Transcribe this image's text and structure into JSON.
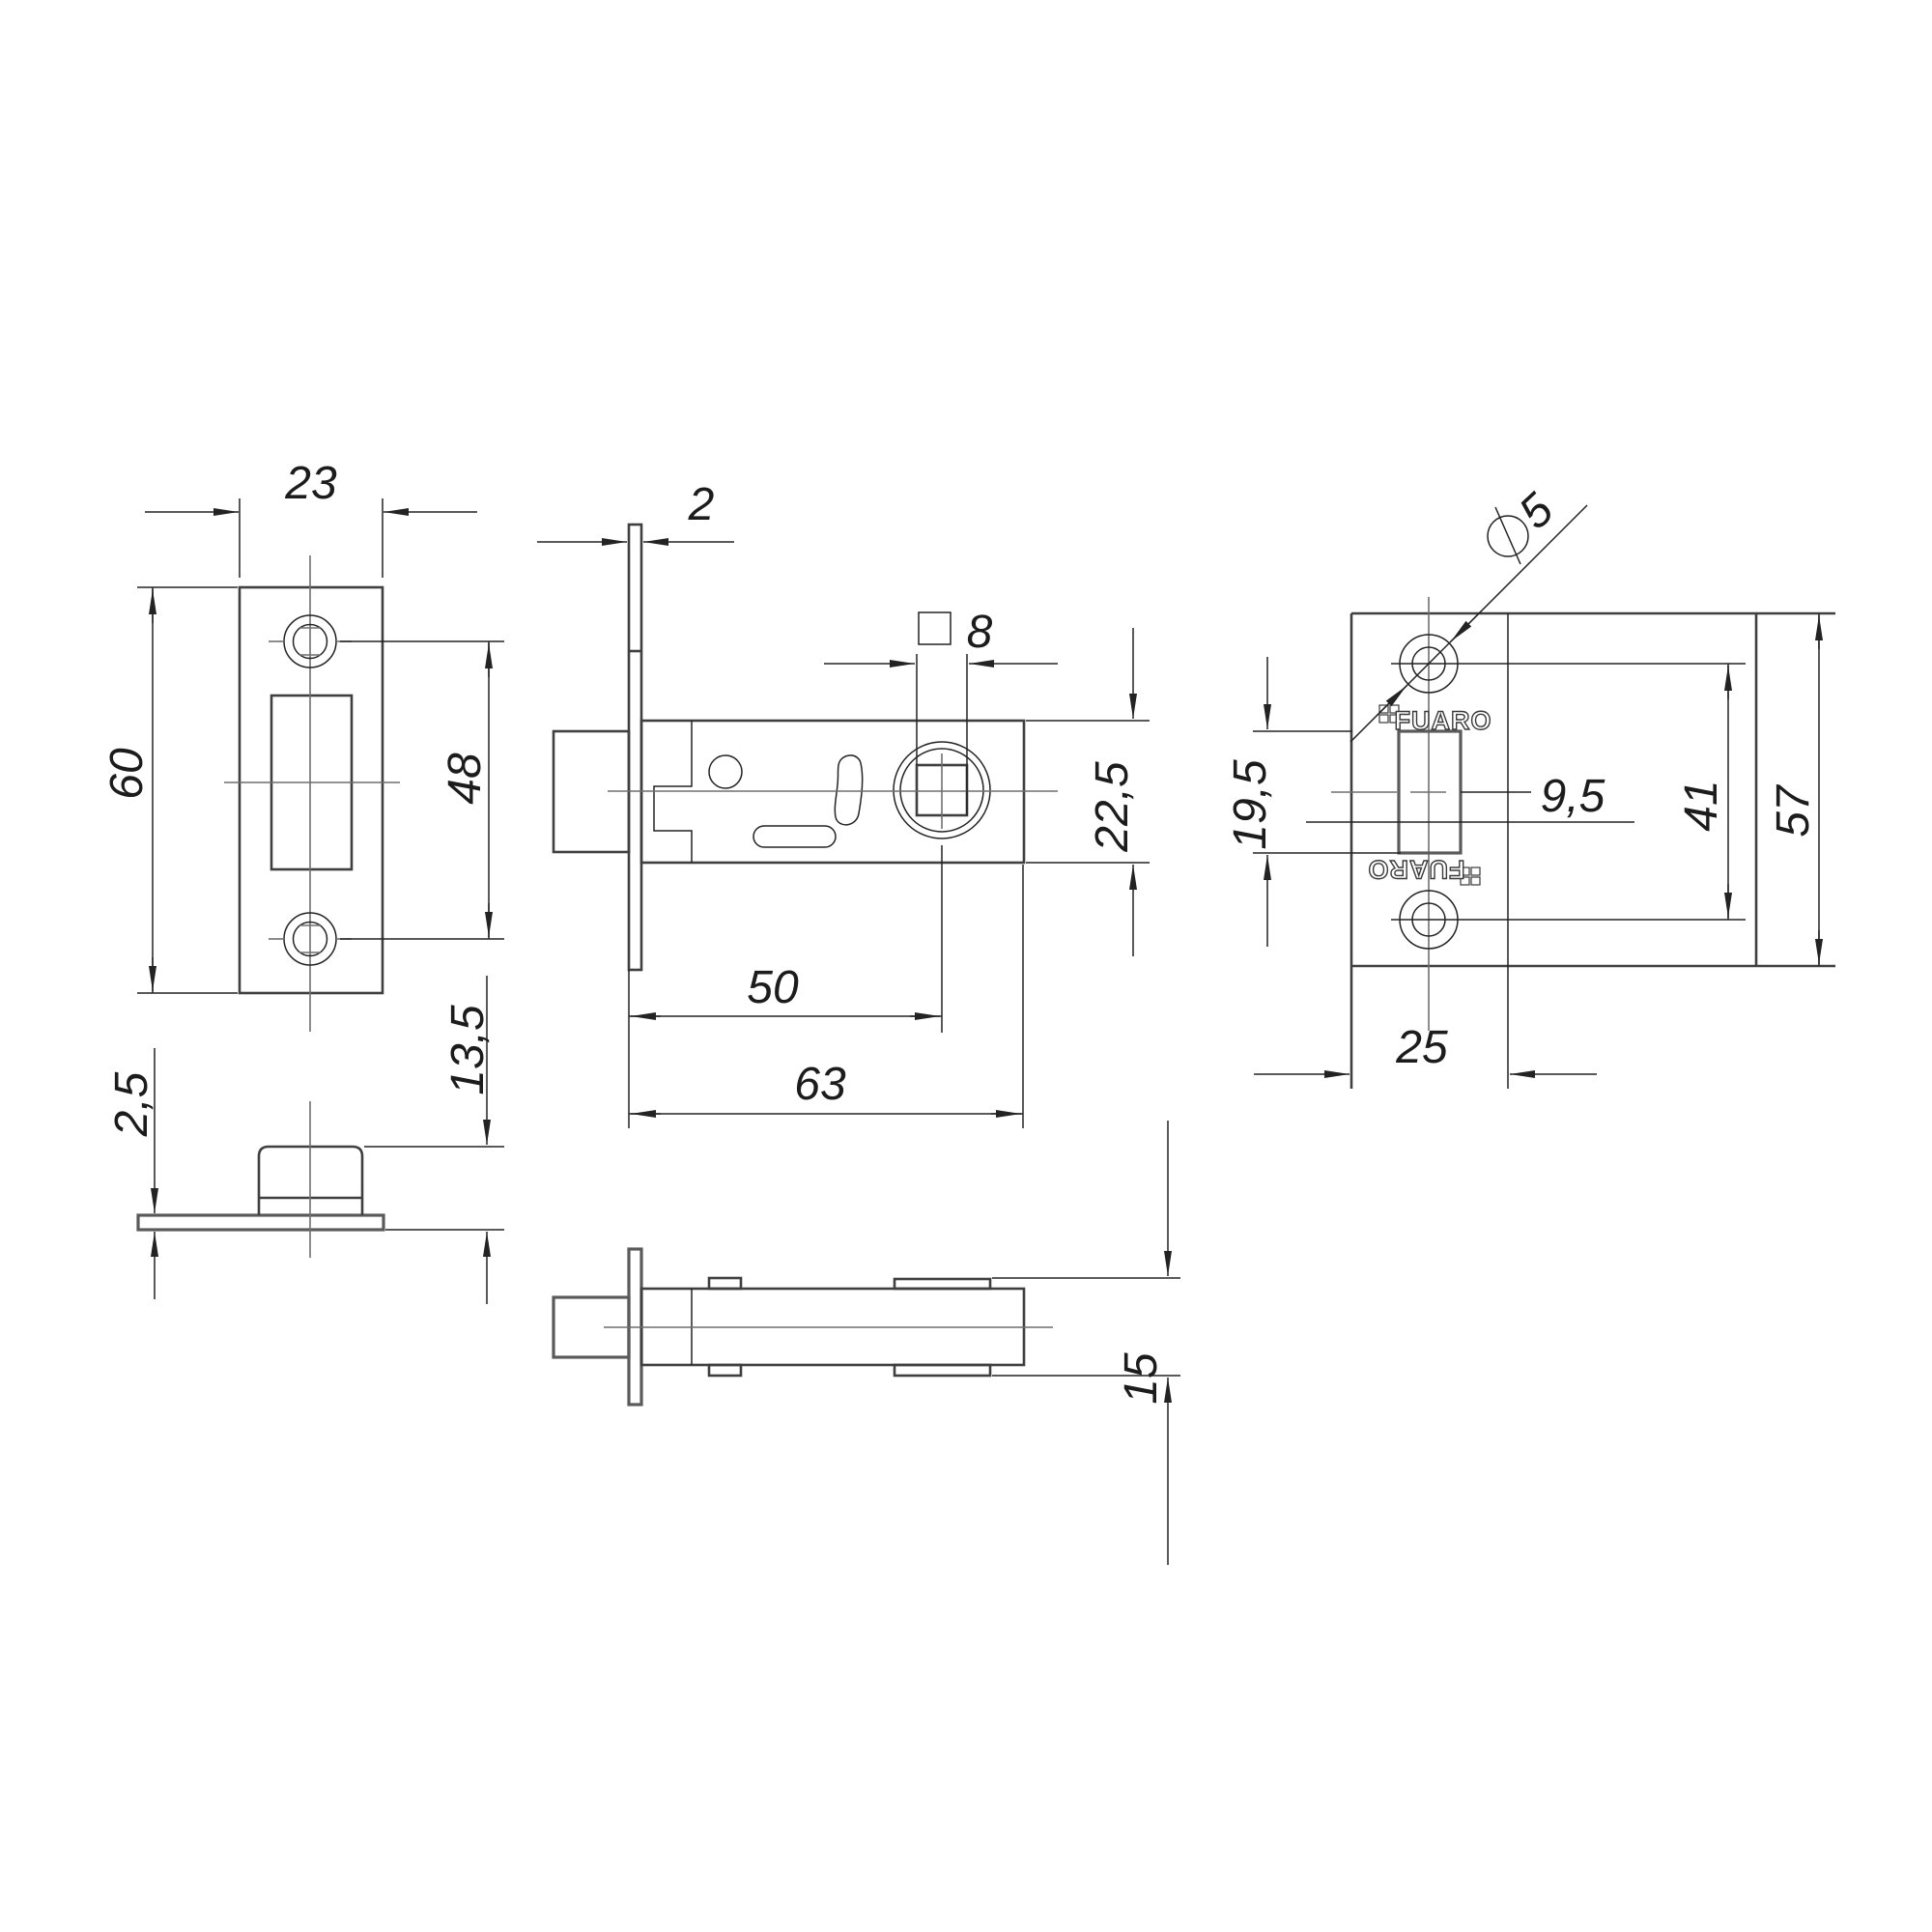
{
  "brand": {
    "name": "FUARO"
  },
  "colors": {
    "line": "#3f3f3f",
    "dim": "#232323",
    "center": "#6f6f6f",
    "background": "#ffffff"
  },
  "views": {
    "strike_plate_front": {
      "width_mm": "23",
      "height_mm": "60",
      "hole_spacing_mm": "48"
    },
    "strike_plate_side": {
      "plate_thickness_mm": "2,5",
      "boss_height_mm": "13,5"
    },
    "latch_body_side": {
      "faceplate_thickness_mm": "2",
      "spindle_square_mm": "8",
      "body_height_mm": "22,5",
      "backset_mm": "50",
      "body_length_mm": "63"
    },
    "latch_body_top": {
      "body_thickness_mm": "15"
    },
    "latch_front": {
      "screw_hole_diameter_mm": "5",
      "bolt_height_mm": "19,5",
      "bolt_width_mm": "9,5",
      "screw_spacing_mm": "41",
      "overall_height_mm": "57",
      "faceplate_width_mm": "25"
    }
  }
}
